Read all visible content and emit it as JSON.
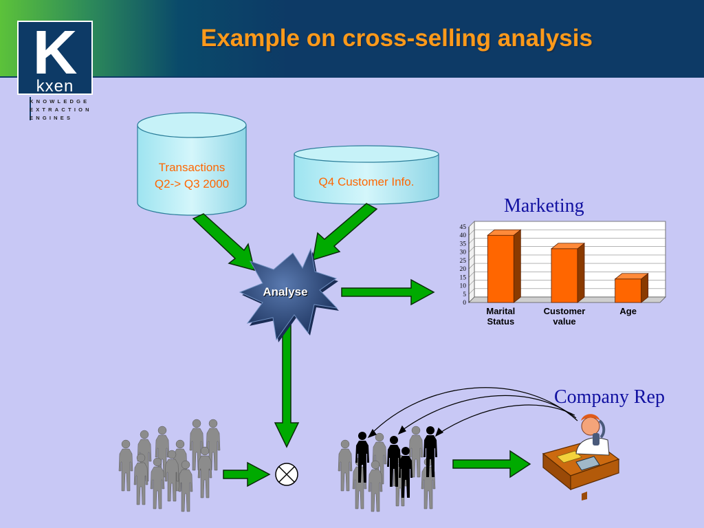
{
  "slide": {
    "title": "Example on cross-selling analysis",
    "logo": {
      "word": "kxen",
      "letter": "K",
      "tag_lines": [
        "KNOWLEDGE",
        "EXTRACTION",
        "ENGINES"
      ]
    }
  },
  "nodes": {
    "transactions_db": {
      "line1": "Transactions",
      "line2": "Q2-> Q3 2000"
    },
    "customer_db": {
      "label": "Q4 Customer Info."
    },
    "analyse": {
      "label": "Analyse"
    },
    "marketing": {
      "label": "Marketing"
    },
    "company_rep": {
      "label": "Company Rep"
    }
  },
  "colors": {
    "header_bg": "#0d3a66",
    "title": "#ff9a1a",
    "label_orange": "#ff6600",
    "arrow_green": "#00aa00",
    "bar_orange": "#ff6600",
    "blue_label": "#1010a0",
    "slide_bg": "#c8c8f5"
  },
  "chart_data": {
    "type": "bar",
    "categories": [
      "Marital Status",
      "Customer value",
      "Age"
    ],
    "category_lines": [
      [
        "Marital",
        "Status"
      ],
      [
        "Customer",
        "value"
      ],
      [
        "Age"
      ]
    ],
    "values": [
      40,
      32,
      14
    ],
    "ylim": [
      0,
      45
    ],
    "yticks": [
      0,
      5,
      10,
      15,
      20,
      25,
      30,
      35,
      40,
      45
    ],
    "grid": true,
    "legend": "none"
  }
}
